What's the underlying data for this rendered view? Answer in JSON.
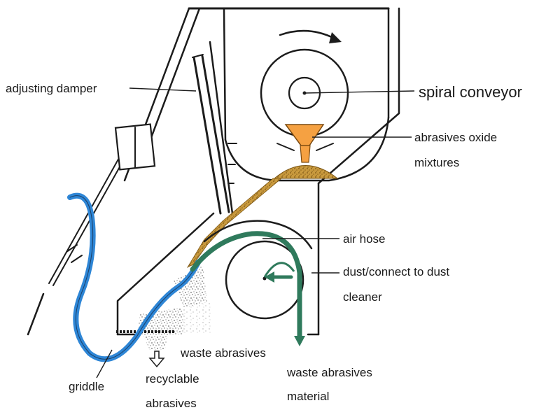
{
  "diagram": {
    "labels": {
      "adjusting_damper": "adjusting damper",
      "spiral_conveyor": "spiral conveyor",
      "abrasives_oxide_mixtures_line1": "abrasives oxide",
      "abrasives_oxide_mixtures_line2": "mixtures",
      "air_hose": "air hose",
      "dust_line1": "dust/connect to dust",
      "dust_line2": "cleaner",
      "waste_abrasives": "waste abrasives",
      "waste_abrasives_material_line1": "waste abrasives",
      "waste_abrasives_material_line2": "material",
      "griddle": "griddle",
      "recyclable_line1": "recyclable",
      "recyclable_line2": "abrasives"
    },
    "colors": {
      "line": "#1c1c1c",
      "blue_hose": "#2e86d6",
      "green_hose": "#2f7a5c",
      "orange_hopper": "#f5a142",
      "abrasive_brown": "#b8862c",
      "background": "#ffffff"
    }
  }
}
